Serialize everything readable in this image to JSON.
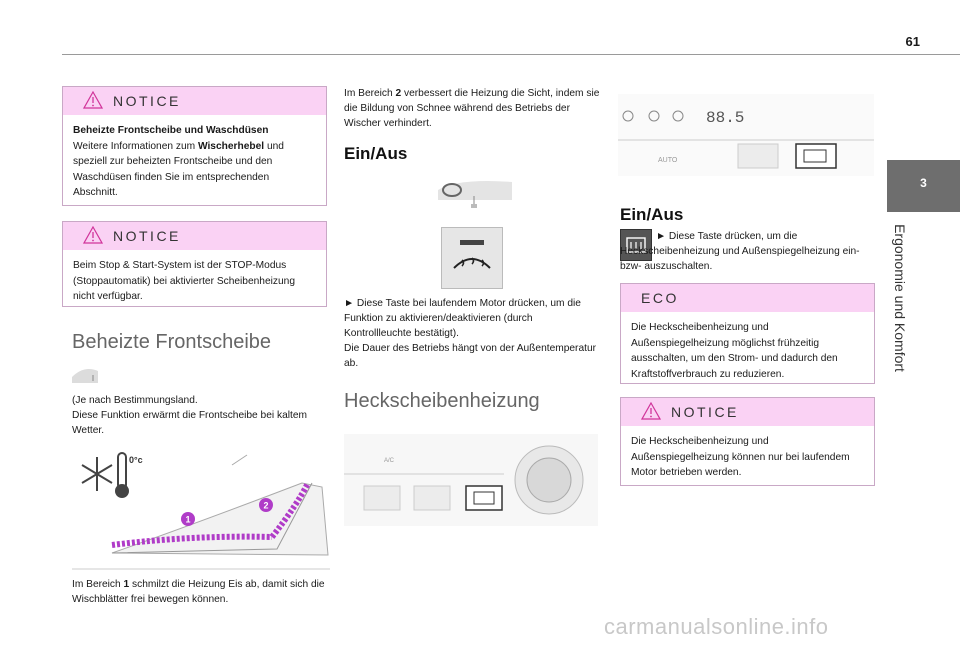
{
  "page_number": "61",
  "chapter": {
    "number": "3",
    "title": "Ergonomie und Komfort"
  },
  "notice1": {
    "header": "NOTICE",
    "lines": [
      {
        "bold": "Beheizte Frontscheibe und Waschdüsen",
        "text": ""
      },
      {
        "bold": "",
        "text": "Weitere Informationen zum "
      },
      {
        "bold": "Wischerhebel",
        "text": " und speziell zur beheizten Frontscheibe und den Waschdüsen finden Sie im entsprechenden Abschnitt."
      }
    ]
  },
  "notice2": {
    "header": "NOTICE",
    "text": "Beim Stop & Start-System ist der STOP-Modus (Stoppautomatik) bei aktivierter Scheibenheizung nicht verfügbar."
  },
  "section_frontscheibe": {
    "title": "Beheizte Frontscheibe",
    "text_line1": "(Je nach Bestimmungsland.",
    "text_line2": "Diese Funktion erwärmt die Frontscheibe bei kaltem Wetter.",
    "figure_temp_label": "0°c",
    "zone1": "1",
    "zone2": "2",
    "caption_prefix": "Im Bereich ",
    "caption_num": "1",
    "caption_suffix": " schmilzt die Heizung Eis ab, damit sich die Wischblätter frei bewegen können."
  },
  "middle": {
    "zone2_prefix": "Im Bereich ",
    "zone2_num": "2",
    "zone2_suffix": " verbessert die Heizung die Sicht, indem sie die Bildung von Schnee während des Betriebs der Wischer verhindert.",
    "einaus_title": "Ein/Aus",
    "instr1": "► Diese Taste bei laufendem Motor drücken, um die Funktion zu aktivieren/deaktivieren (durch Kontrollleuchte bestätigt).",
    "instr2": "Die Dauer des Betriebs hängt von der Außentemperatur ab.",
    "heck_title": "Heckscheibenheizung",
    "panel_label_ac": "A/C"
  },
  "right": {
    "display_readout": "88.5",
    "auto_label": "AUTO",
    "einaus_title": "Ein/Aus",
    "instr": "► Diese Taste drücken, um die Heckscheibenheizung und Außenspiegelheizung ein- bzw- auszuschalten.",
    "eco": {
      "header": "ECO",
      "text": "Die Heckscheibenheizung und Außenspiegelheizung möglichst frühzeitig ausschalten, um den Strom- und dadurch den Kraftstoffverbrauch zu reduzieren."
    },
    "notice3": {
      "header": "NOTICE",
      "text": "Die Heckscheibenheizung und Außenspiegelheizung können nur bei laufendem Motor betrieben werden."
    }
  },
  "watermark": "carmanualsonline.info",
  "colors": {
    "notice_header": "#fad2f4",
    "notice_border": "#c9a8c6",
    "sidetab": "#6e6e6e",
    "zone_markers": "#b03cc8"
  }
}
